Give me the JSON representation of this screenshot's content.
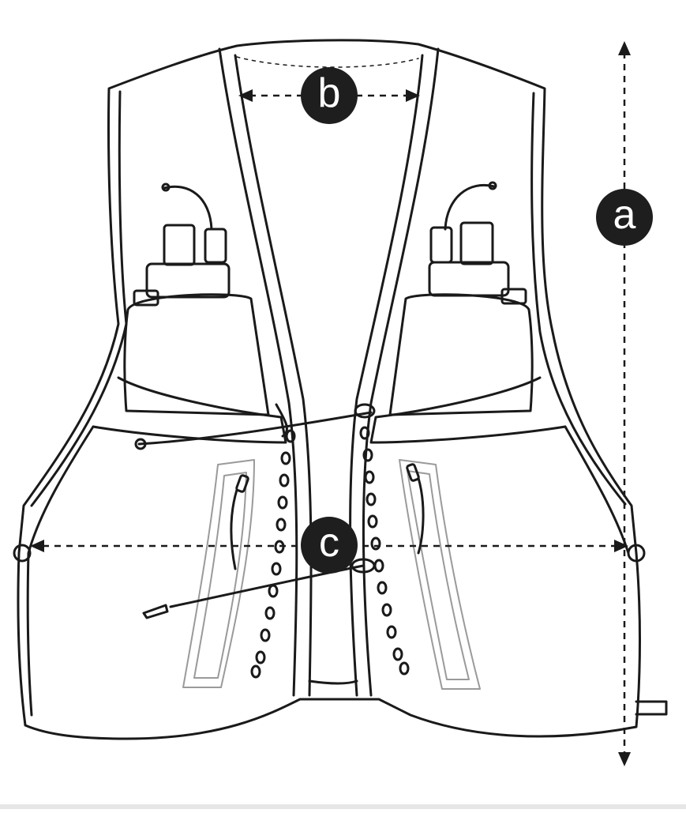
{
  "diagram": {
    "subject": "hydration-running-vest",
    "line_color": "#1a1a1a",
    "fill_color": "#ffffff",
    "badge_color": "#1e1e1e",
    "badge_text_color": "#ffffff"
  },
  "dimensions": [
    {
      "id": "a",
      "label": "a",
      "orientation": "vertical"
    },
    {
      "id": "b",
      "label": "b",
      "orientation": "horizontal"
    },
    {
      "id": "c",
      "label": "c",
      "orientation": "horizontal"
    }
  ]
}
